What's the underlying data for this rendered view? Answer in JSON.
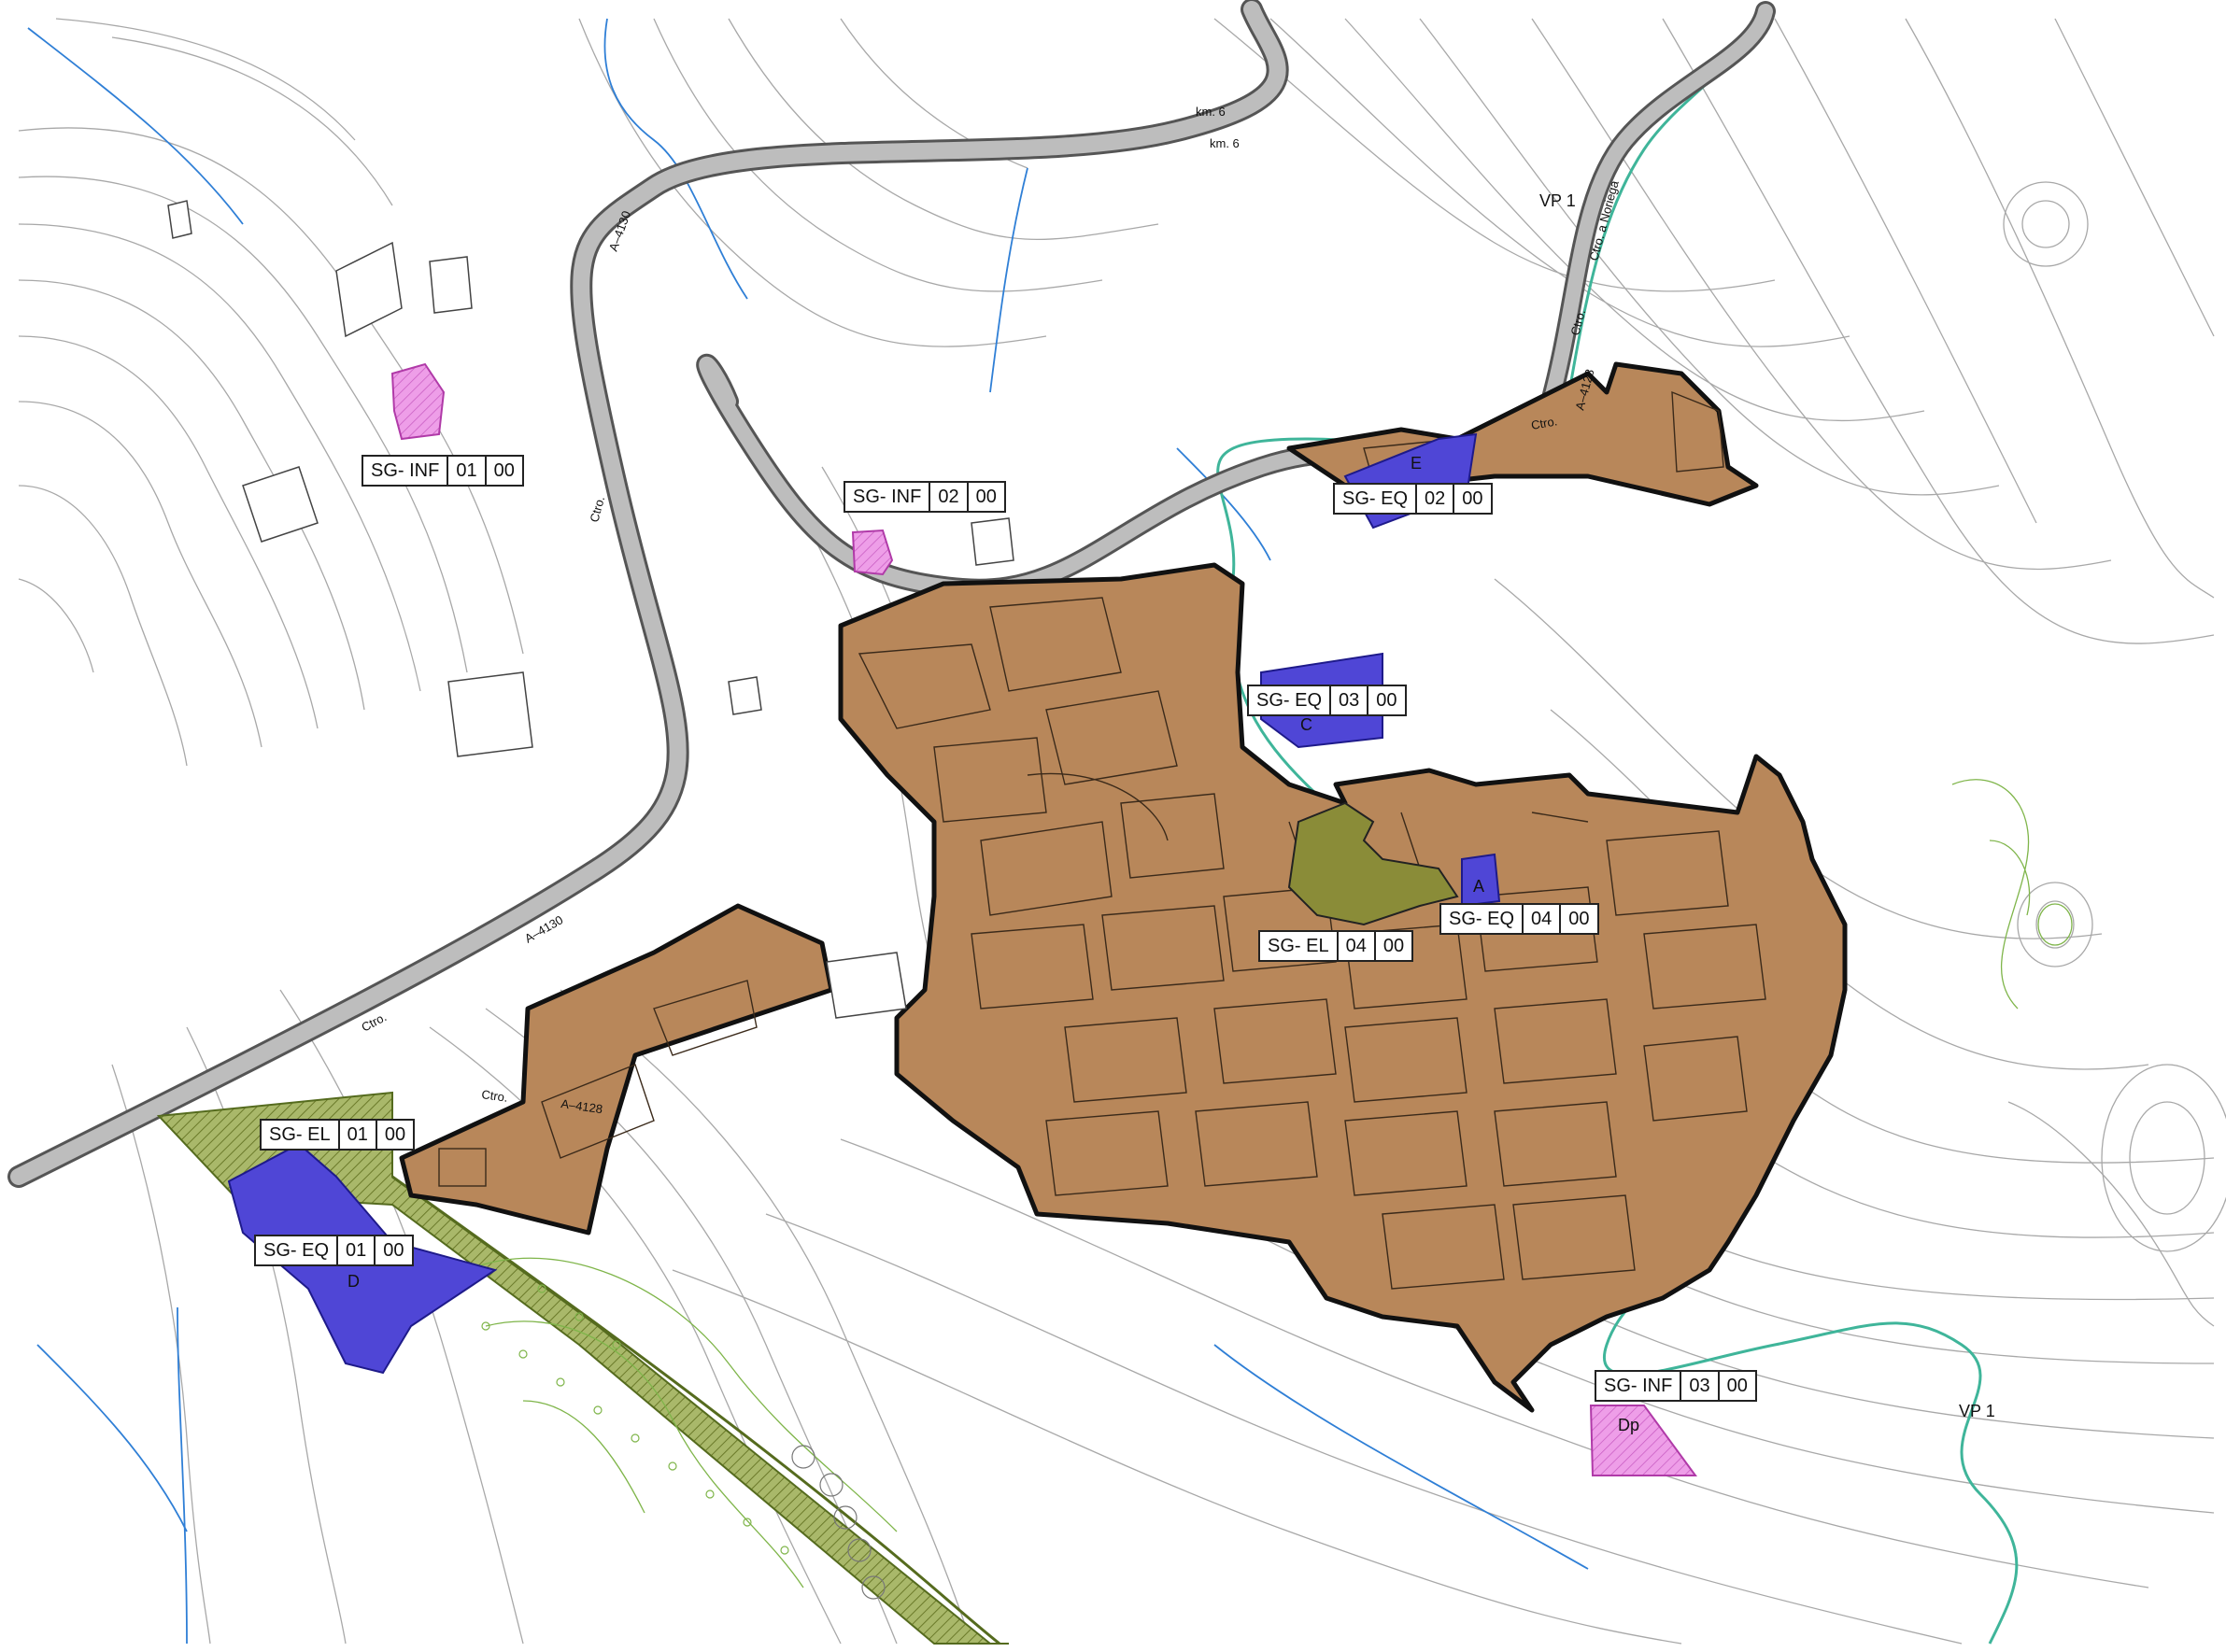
{
  "colors": {
    "urban": "#b8875a",
    "equipment": "#4f46d6",
    "green_space": "#8a9a3a",
    "infrastructure": "#e68fe0",
    "contour": "#9a9a9a",
    "stream": "#2f7fd6",
    "livestock_path": "#3fb59a",
    "road": "#8a8a8a"
  },
  "labels": [
    {
      "key": "sg_inf_01",
      "code": "SG- INF",
      "n1": "01",
      "n2": "00"
    },
    {
      "key": "sg_inf_02",
      "code": "SG- INF",
      "n1": "02",
      "n2": "00"
    },
    {
      "key": "sg_eq_02",
      "code": "SG- EQ",
      "n1": "02",
      "n2": "00"
    },
    {
      "key": "sg_eq_03",
      "code": "SG- EQ",
      "n1": "03",
      "n2": "00"
    },
    {
      "key": "sg_eq_04",
      "code": "SG- EQ",
      "n1": "04",
      "n2": "00"
    },
    {
      "key": "sg_el_04",
      "code": "SG- EL",
      "n1": "04",
      "n2": "00"
    },
    {
      "key": "sg_el_01",
      "code": "SG- EL",
      "n1": "01",
      "n2": "00"
    },
    {
      "key": "sg_eq_01",
      "code": "SG- EQ",
      "n1": "01",
      "n2": "00"
    },
    {
      "key": "sg_inf_03",
      "code": "SG- INF",
      "n1": "03",
      "n2": "00"
    }
  ],
  "zone_letters": {
    "e": "E",
    "c": "C",
    "a": "A",
    "d": "D",
    "dp": "Dp"
  },
  "paths": {
    "vp1_north": "VP 1",
    "vp1_south": "VP 1"
  },
  "roads": {
    "a4130_upper": "A–4130",
    "a4130_lower": "A–4130",
    "a4128": "A–4128",
    "a4128_north": "A–4128",
    "ctro_1": "Ctro.",
    "ctro_2": "Ctro.",
    "ctro_3": "Ctro.",
    "ctro_4": "Ctro.",
    "ctro_5": "Ctro.",
    "ctro_noriega": "Ctro. a Noriega",
    "km_1": "km. 6",
    "km_2": "km. 6"
  }
}
